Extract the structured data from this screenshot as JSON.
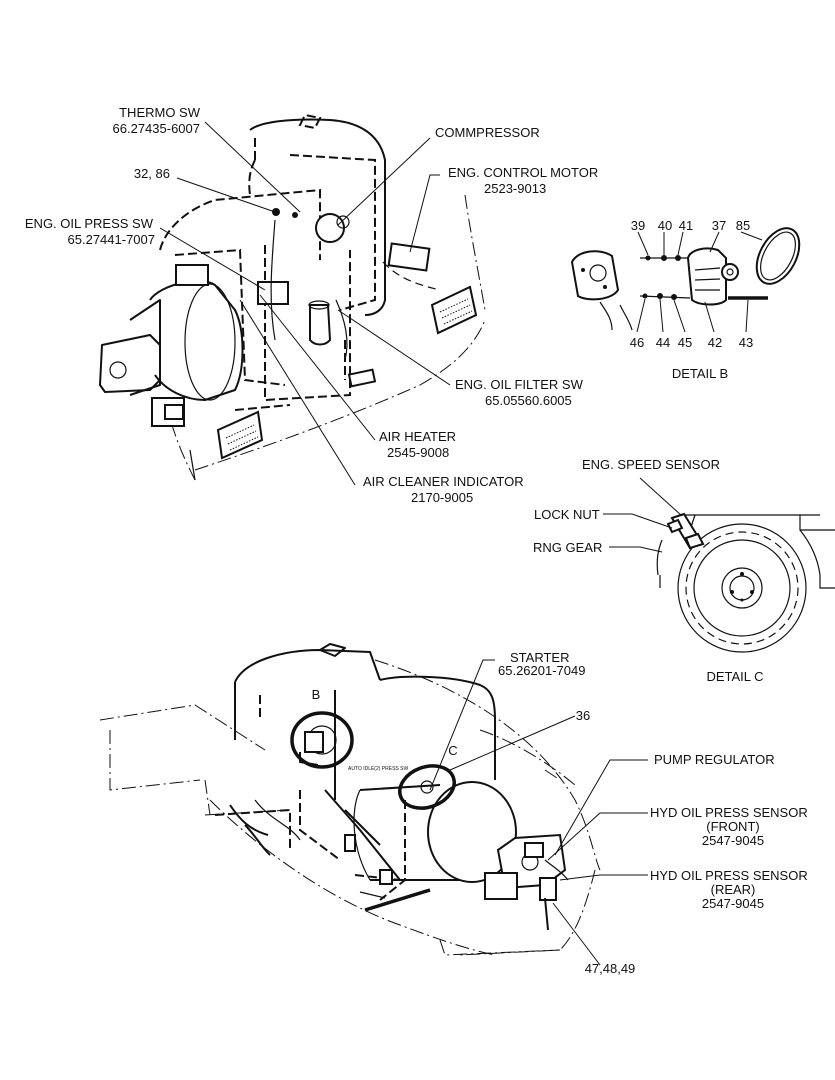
{
  "labels": {
    "thermo_sw": {
      "name": "THERMO SW",
      "part": "66.27435-6007"
    },
    "ref_32_86": "32, 86",
    "eng_oil_press_sw": {
      "name": "ENG. OIL PRESS SW",
      "part": "65.27441-7007"
    },
    "compressor": "COMMPRESSOR",
    "eng_control_motor": {
      "name": "ENG. CONTROL MOTOR",
      "part": "2523-9013"
    },
    "eng_oil_filter_sw": {
      "name": "ENG. OIL FILTER SW",
      "part": "65.05560.6005"
    },
    "air_heater": {
      "name": "AIR HEATER",
      "part": "2545-9008"
    },
    "air_cleaner_indicator": {
      "name": "AIR CLEANER INDICATOR",
      "part": "2170-9005"
    },
    "starter": {
      "name": "STARTER",
      "part": "65.26201-7049"
    },
    "ref_36": "36",
    "pump_regulator": "PUMP REGULATOR",
    "hyd_oil_press_sensor_front": {
      "name": "HYD OIL PRESS SENSOR",
      "position": "(FRONT)",
      "part": "2547-9045"
    },
    "hyd_oil_press_sensor_rear": {
      "name": "HYD OIL PRESS SENSOR",
      "position": "(REAR)",
      "part": "2547-9045"
    },
    "ref_47_48_49": "47,48,49",
    "callout_b": "B",
    "callout_c": "C",
    "auto_idle_text": "AUTO IDLE(2) PRESS SW"
  },
  "detail_b": {
    "title": "DETAIL  B",
    "refs_top": [
      "39",
      "40",
      "41",
      "37",
      "85"
    ],
    "refs_bottom": [
      "46",
      "44",
      "45",
      "42",
      "43"
    ]
  },
  "detail_c": {
    "title": "DETAIL  C",
    "eng_speed_sensor": "ENG. SPEED SENSOR",
    "lock_nut": "LOCK NUT",
    "rng_gear": "RNG GEAR"
  }
}
